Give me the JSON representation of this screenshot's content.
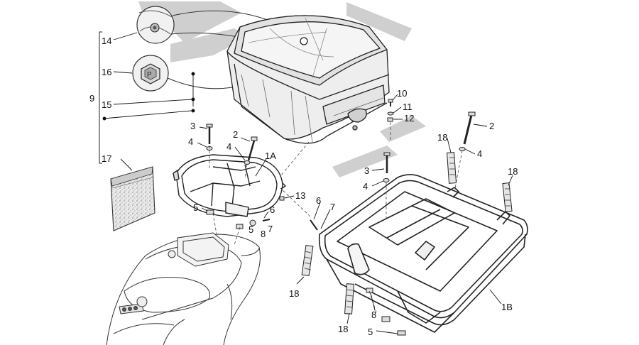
{
  "callouts": [
    {
      "id": "c14",
      "text": "14"
    },
    {
      "id": "c16",
      "text": "16"
    },
    {
      "id": "c9",
      "text": "9"
    },
    {
      "id": "c15",
      "text": "15"
    },
    {
      "id": "c17",
      "text": "17"
    },
    {
      "id": "c3a",
      "text": "3"
    },
    {
      "id": "c4a",
      "text": "4"
    },
    {
      "id": "c2a",
      "text": "2"
    },
    {
      "id": "c4b",
      "text": "4"
    },
    {
      "id": "c1A",
      "text": "1A"
    },
    {
      "id": "c13",
      "text": "13"
    },
    {
      "id": "c5a",
      "text": "5"
    },
    {
      "id": "c6a",
      "text": "6"
    },
    {
      "id": "c5b",
      "text": "5"
    },
    {
      "id": "c8a",
      "text": "8"
    },
    {
      "id": "c7a",
      "text": "7"
    },
    {
      "id": "c10",
      "text": "10"
    },
    {
      "id": "c11",
      "text": "11"
    },
    {
      "id": "c12",
      "text": "12"
    },
    {
      "id": "c2b",
      "text": "2"
    },
    {
      "id": "c18a",
      "text": "18"
    },
    {
      "id": "c4c",
      "text": "4"
    },
    {
      "id": "c18b",
      "text": "18"
    },
    {
      "id": "c3b",
      "text": "3"
    },
    {
      "id": "c4d",
      "text": "4"
    },
    {
      "id": "c6b",
      "text": "6"
    },
    {
      "id": "c7b",
      "text": "7"
    },
    {
      "id": "c18c",
      "text": "18"
    },
    {
      "id": "c8b",
      "text": "8"
    },
    {
      "id": "c1B",
      "text": "1B"
    },
    {
      "id": "c18d",
      "text": "18"
    },
    {
      "id": "c5c",
      "text": "5"
    }
  ]
}
